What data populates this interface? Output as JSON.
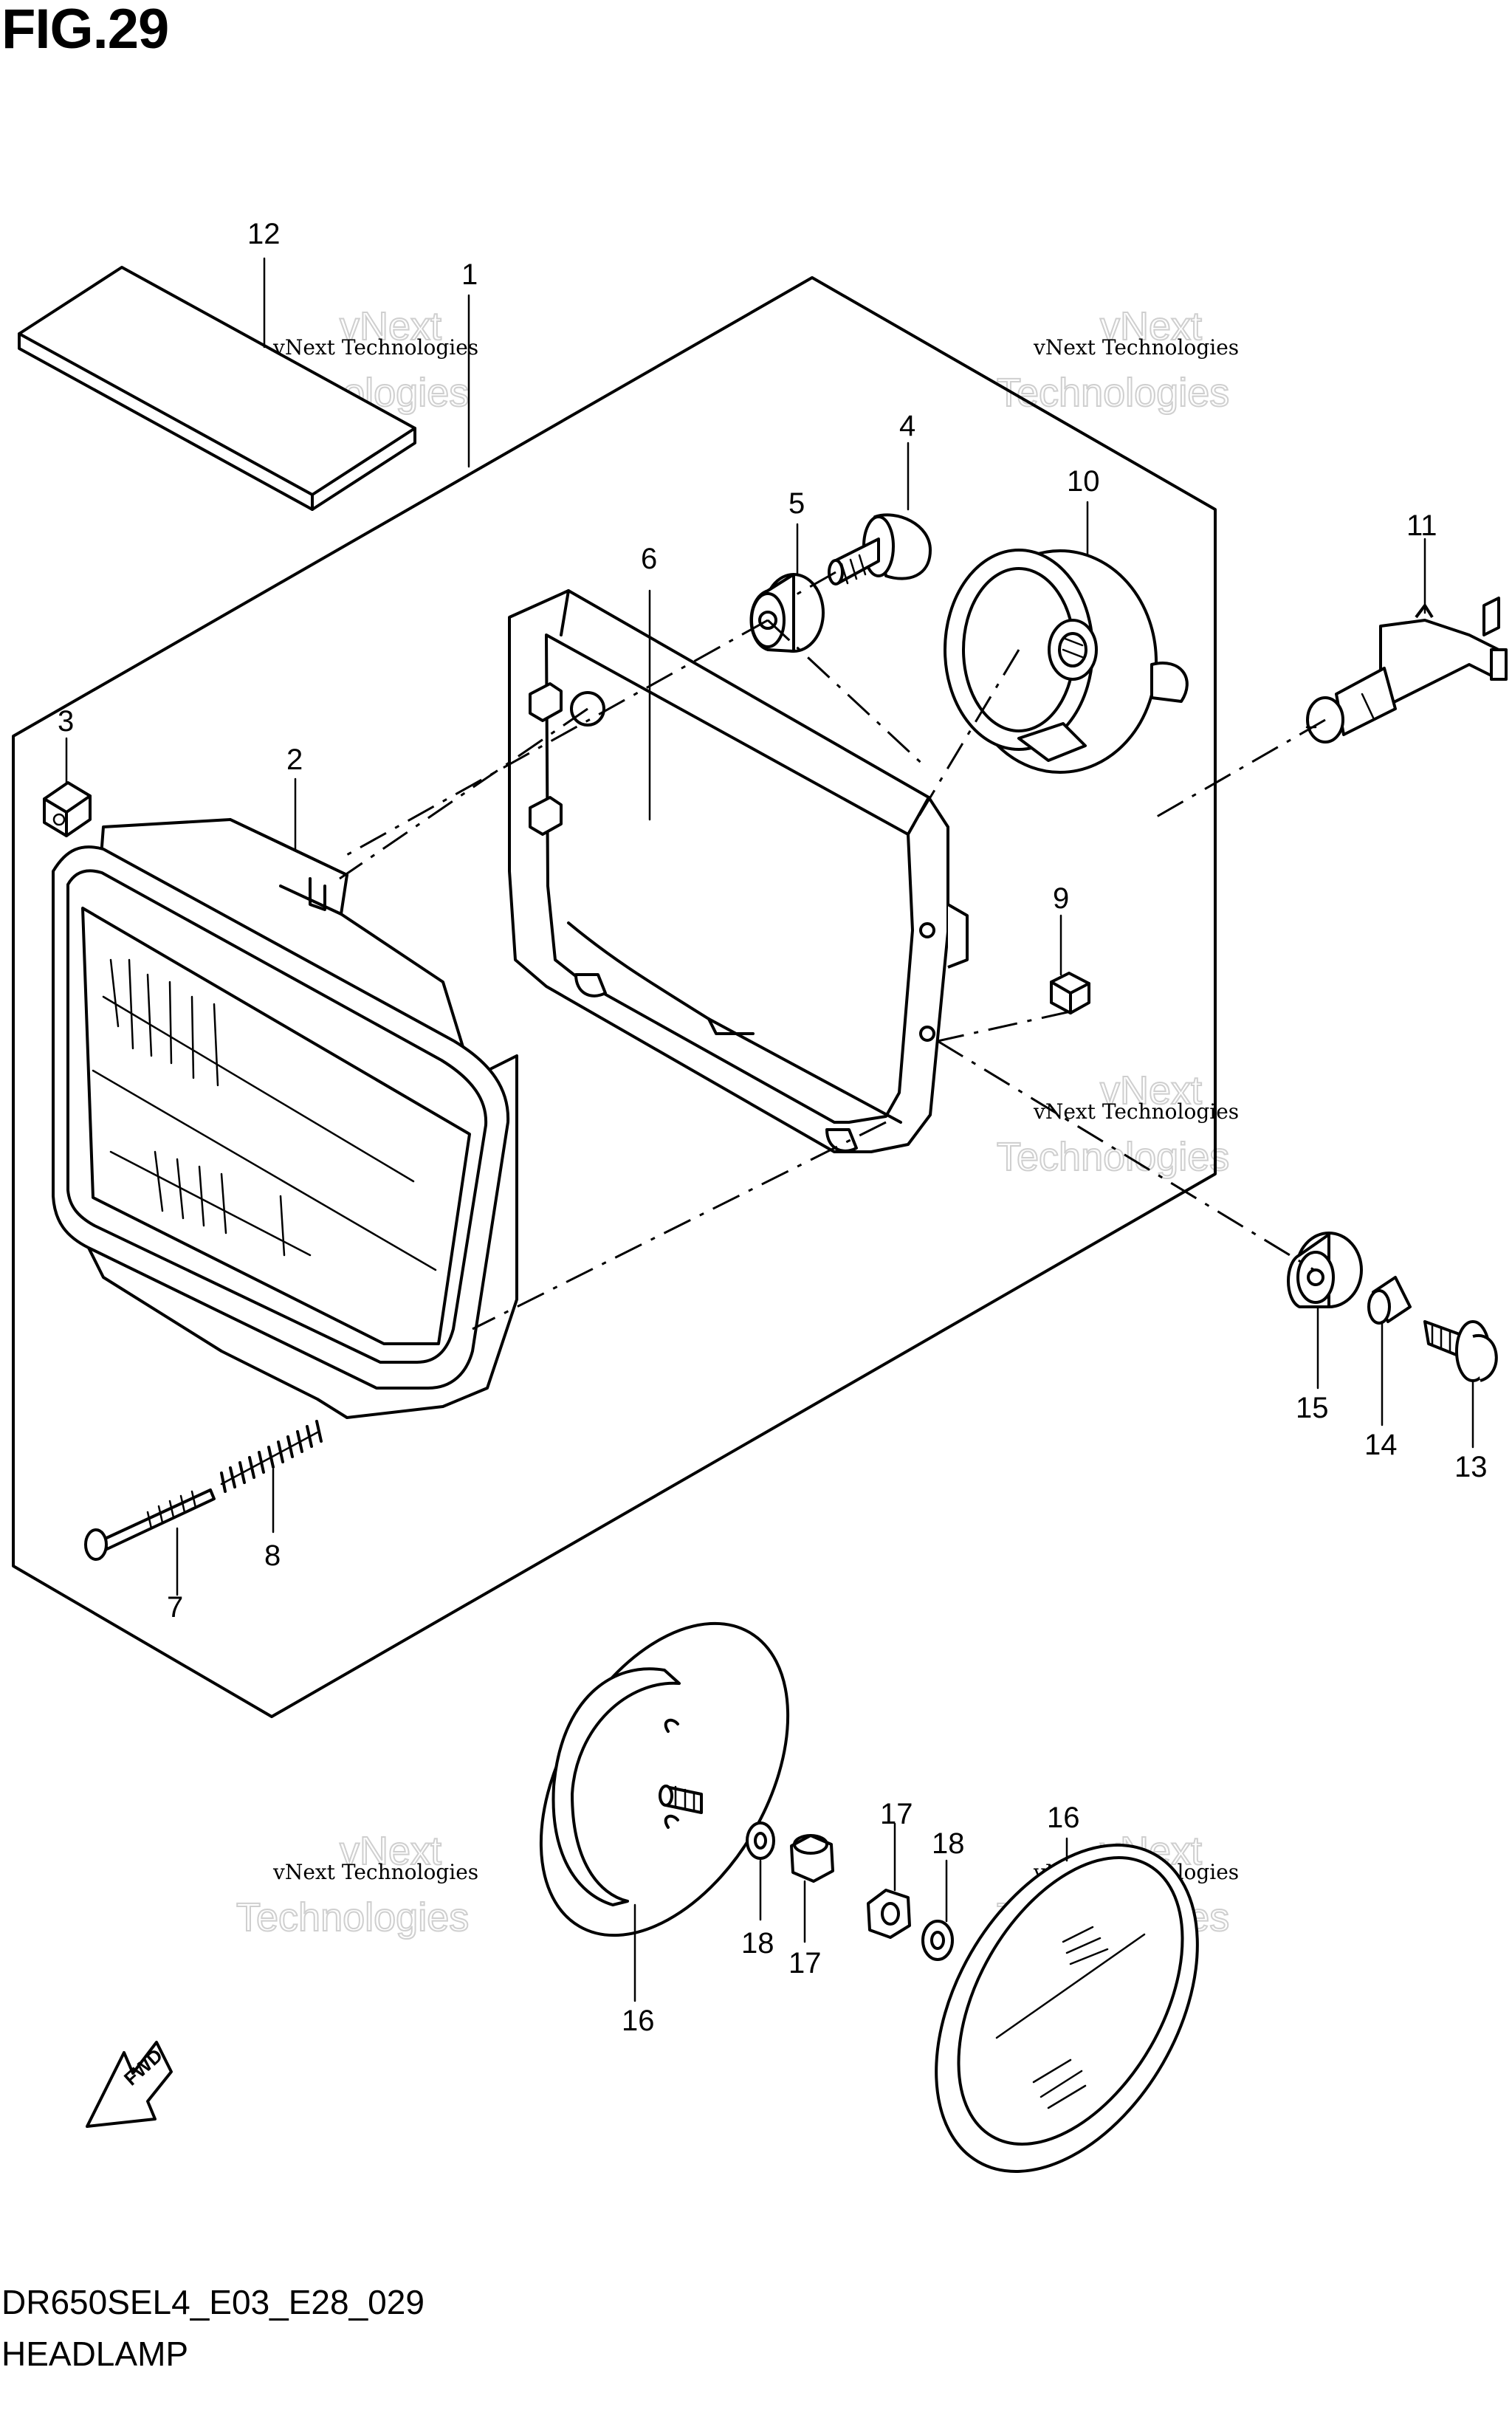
{
  "figure": {
    "title": "FIG.29"
  },
  "footer": {
    "code": "DR650SEL4_E03_E28_029",
    "name": "HEADLAMP"
  },
  "callouts": [
    {
      "n": "1"
    },
    {
      "n": "2"
    },
    {
      "n": "3"
    },
    {
      "n": "4"
    },
    {
      "n": "5"
    },
    {
      "n": "6"
    },
    {
      "n": "7"
    },
    {
      "n": "8"
    },
    {
      "n": "9"
    },
    {
      "n": "10"
    },
    {
      "n": "11"
    },
    {
      "n": "12"
    },
    {
      "n": "13"
    },
    {
      "n": "14"
    },
    {
      "n": "15"
    },
    {
      "n": "16"
    },
    {
      "n": "16"
    },
    {
      "n": "17"
    },
    {
      "n": "17"
    },
    {
      "n": "18"
    },
    {
      "n": "18"
    }
  ],
  "watermark": {
    "small": "vNext Technologies",
    "big_1": "vNext",
    "big_2": "Technologies"
  },
  "direction_arrow": {
    "label": "FWD",
    "icon": "fwd-arrow-icon"
  }
}
